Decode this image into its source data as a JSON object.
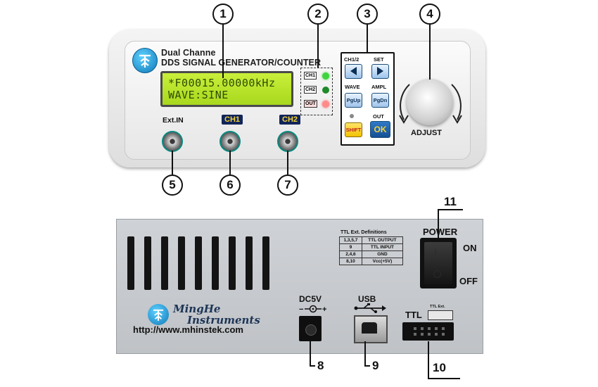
{
  "callouts": {
    "c1": "1",
    "c2": "2",
    "c3": "3",
    "c4": "4",
    "c5": "5",
    "c6": "6",
    "c7": "7",
    "c8": "8",
    "c9": "9",
    "c10": "10",
    "c11": "11"
  },
  "front": {
    "title_line1": "Dual Channe",
    "title_line2": "DDS SIGNAL GENERATOR/COUNTER",
    "lcd_line1": "*F00015.00000kHz",
    "lcd_line2": " WAVE:SINE",
    "indicators": [
      {
        "label": "CH1",
        "color": "#3fd43f"
      },
      {
        "label": "CH2",
        "color": "#1f8a2a"
      },
      {
        "label": "OUT",
        "color": "#ff5a5a"
      }
    ],
    "buttons": {
      "ch12": "CH1/2",
      "set": "SET",
      "wave": "WAVE",
      "ampl": "AMPL",
      "pgup": "PgUp",
      "pgdn": "PgDn",
      "out": "OUT",
      "shift": "SHIFT",
      "ok": "OK"
    },
    "knob_label": "ADJUST",
    "connectors": {
      "ext_in": "Ext.IN",
      "ch1": "CH1",
      "ch2": "CH2"
    }
  },
  "back": {
    "ttl_def_title": "TTL Ext. Definitions",
    "ttl_rows": [
      [
        "1,3,5,7",
        "TTL OUTPUT"
      ],
      [
        "9",
        "TTL INPUT"
      ],
      [
        "2,4,6",
        "GND"
      ],
      [
        "8,10",
        "Vcc(+5V)"
      ]
    ],
    "brand_line1": "MingHe",
    "brand_line2": "Instruments",
    "url": "http://www.mhinstek.com",
    "dc_label": "DC5V",
    "usb_label": "USB",
    "ttl_label": "TTL",
    "ttl_small": "TTL Ext.",
    "power_label": "POWER",
    "on_label": "ON",
    "off_label": "OFF"
  },
  "colors": {
    "panel_gray": "#bfc2c6",
    "lcd_green": "#b8e22a",
    "connector_label_bg": "#12255a",
    "connector_label_text": "#f3d33a",
    "button_blue": "#9fc4ea",
    "shift_yellow": "#f2c200"
  }
}
